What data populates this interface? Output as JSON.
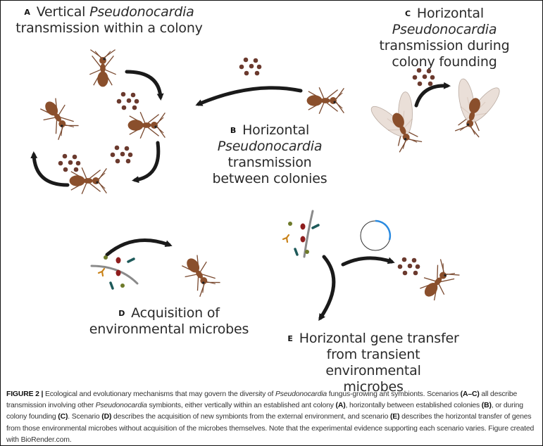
{
  "panels": {
    "A": {
      "letter": "A",
      "title_pre": "Vertical ",
      "title_italic": "Pseudonocardia",
      "title_post": "transmission within a colony"
    },
    "B": {
      "letter": "B",
      "title_pre": "Horizontal",
      "title_italic": "Pseudonocardia",
      "title_post": "transmission between colonies"
    },
    "C": {
      "letter": "C",
      "title_pre": "Horizontal ",
      "title_italic": "Pseudonocardia",
      "title_post": "transmission during colony founding"
    },
    "D": {
      "letter": "D",
      "title_line1": "Acquisition of",
      "title_line2": "environmental microbes"
    },
    "E": {
      "letter": "E",
      "title_line1": "Horizontal gene transfer",
      "title_line2": "from transient environmental",
      "title_line3": "microbes"
    }
  },
  "caption": {
    "label": "FIGURE 2 |",
    "s1": " Ecological and evolutionary mechanisms that may govern the diversity of ",
    "s1_italic": "Pseudonocardia",
    "s2": " fungus-growing ant symbionts. Scenarios ",
    "ref_ac": "(A–C)",
    "s3": " all describe transmission involving other ",
    "s3_italic": "Pseudonocardia",
    "s4": " symbionts, either vertically within an established ant colony ",
    "ref_a": "(A)",
    "s5": ", horizontally between established colonies ",
    "ref_b": "(B)",
    "s6": ", or during colony founding ",
    "ref_c": "(C)",
    "s7": ". Scenario ",
    "ref_d": "(D)",
    "s8": " describes the acquisition of new symbionts from the external environment, and scenario ",
    "ref_e": "(E)",
    "s9": " describes the horizontal transfer of genes from those environmental microbes without acquisition of the microbes themselves. Note that the experimental evidence supporting each scenario varies. Figure created with BioRender.com."
  },
  "colors": {
    "ant_body": "#8a4f2c",
    "ant_leg": "#7a4a30",
    "symbiont_dot": "#6b3a2e",
    "arrow": "#1a1a1a",
    "wing": "#e8dcd4",
    "microbe_olive": "#6e7a2a",
    "microbe_red": "#8e1d1d",
    "microbe_teal": "#1e5a5a",
    "microbe_orange": "#c98218",
    "substrate": "#8a8a8a",
    "plasmid_highlight": "#2a8ae0"
  }
}
